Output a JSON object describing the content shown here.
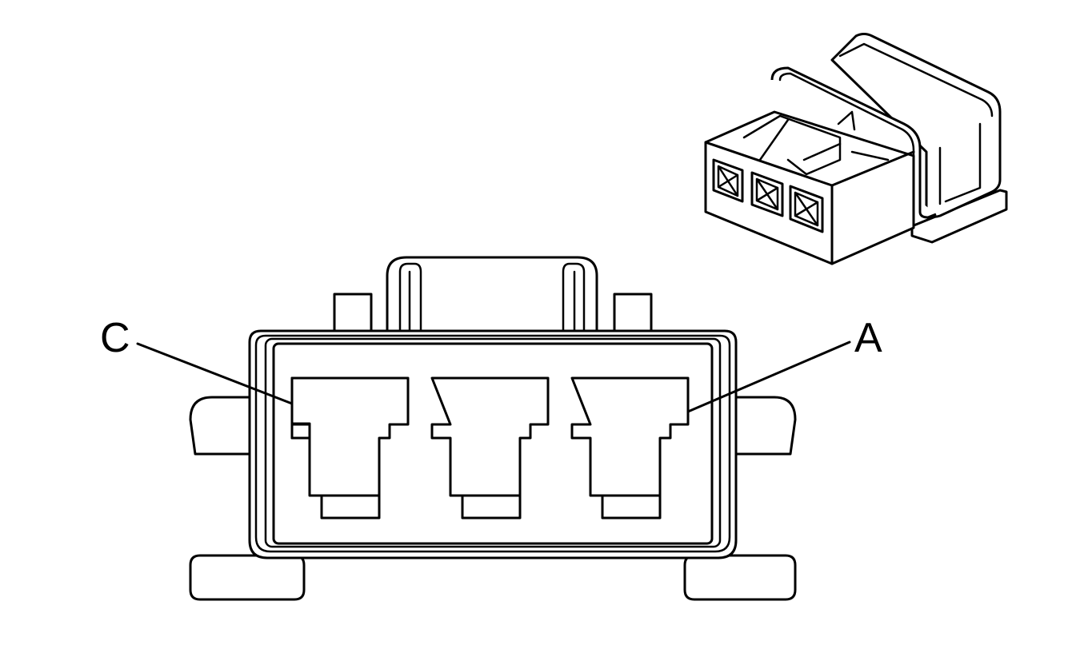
{
  "diagram": {
    "callouts": [
      {
        "id": "C",
        "label": "C"
      },
      {
        "id": "A",
        "label": "A"
      }
    ],
    "cavity_count": 3,
    "stroke_color": "#000000",
    "background_color": "#ffffff"
  }
}
